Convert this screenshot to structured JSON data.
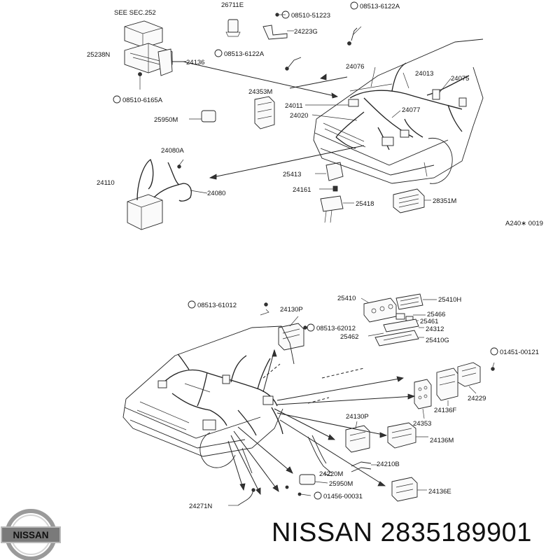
{
  "top_diagram": {
    "labels": [
      "SEE SEC.252",
      "26711E",
      "08510-51223",
      "08513-6122A",
      "24223G",
      "25238N",
      "24136",
      "08513-6122A",
      "08510-6165A",
      "24353M",
      "25950M",
      "24076",
      "24013",
      "24075",
      "24011",
      "24020",
      "24077",
      "24080A",
      "24110",
      "24080",
      "25413",
      "24161",
      "25418",
      "28351M",
      "A240∗ 0019"
    ]
  },
  "bottom_diagram": {
    "labels": [
      "08513-61012",
      "24130P",
      "25410",
      "25410H",
      "25466",
      "25461",
      "08513-62012",
      "24312",
      "25462",
      "25410G",
      "01451-00121",
      "24229",
      "24136F",
      "24353",
      "24130P",
      "24136M",
      "24210B",
      "24220M",
      "25950M",
      "24136E",
      "01456-00031",
      "24271N"
    ]
  },
  "logo": {
    "text": "NISSAN"
  },
  "brand_part": {
    "text": "NISSAN 2835189901"
  }
}
